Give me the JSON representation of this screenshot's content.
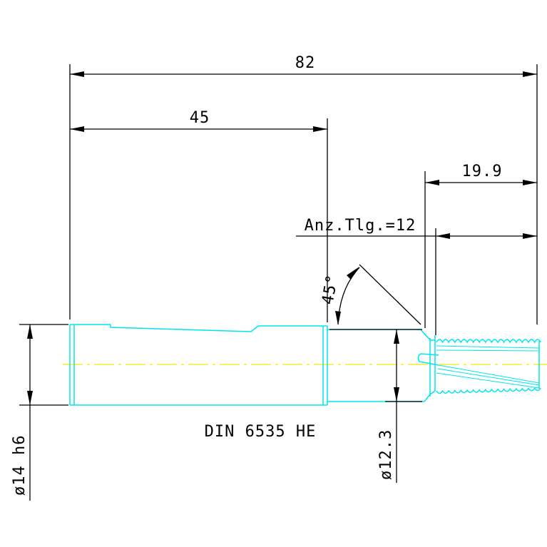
{
  "drawing": {
    "dim_total": "82",
    "dim_shank": "45",
    "dim_thread_length": "19.9",
    "tooth_count_label": "Anz.Tlg.=12",
    "chamfer_angle": "45°",
    "shank_diameter": "ø14 h6",
    "neck_diameter": "ø12.3",
    "standard_label": "DIN 6535 HE"
  },
  "colors": {
    "dimension_lines": "#000000",
    "part_outline": "#00e5ee",
    "center_line": "#f2e600",
    "background": "#ffffff"
  }
}
